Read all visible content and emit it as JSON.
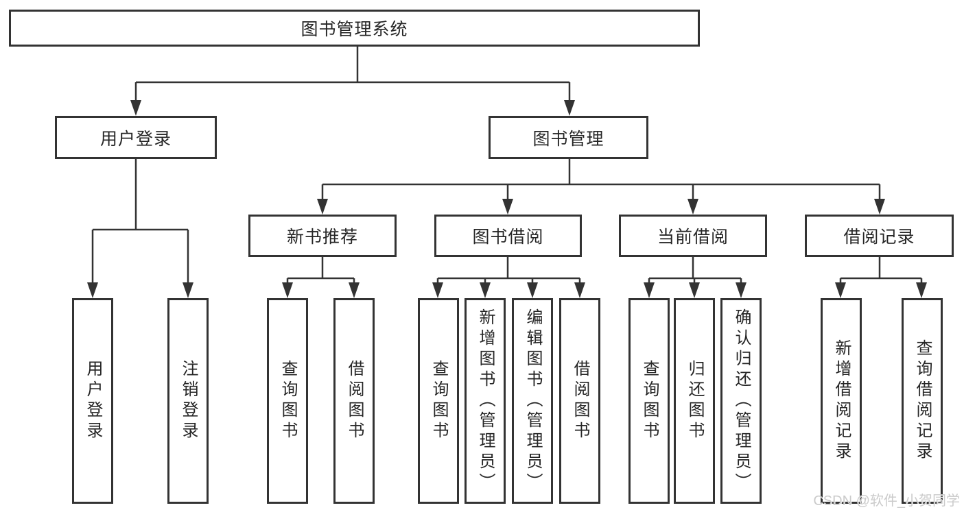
{
  "diagram": {
    "root": {
      "label": "图书管理系统"
    },
    "children": [
      {
        "label": "用户登录",
        "children": [
          {
            "label": "用户登录"
          },
          {
            "label": "注销登录"
          }
        ]
      },
      {
        "label": "图书管理",
        "children": [
          {
            "label": "新书推荐",
            "children": [
              {
                "label": "查询图书"
              },
              {
                "label": "借阅图书"
              }
            ]
          },
          {
            "label": "图书借阅",
            "children": [
              {
                "label": "查询图书"
              },
              {
                "label": "新增图书（管理员）"
              },
              {
                "label": "编辑图书（管理员）"
              },
              {
                "label": "借阅图书"
              }
            ]
          },
          {
            "label": "当前借阅",
            "children": [
              {
                "label": "查询图书"
              },
              {
                "label": "归还图书"
              },
              {
                "label": "确认归还（管理员）"
              }
            ]
          },
          {
            "label": "借阅记录",
            "children": [
              {
                "label": "新增借阅记录"
              },
              {
                "label": "查询借阅记录"
              }
            ]
          }
        ]
      }
    ]
  },
  "colors": {
    "line": "#333333",
    "text": "#262626",
    "background": "#ffffff",
    "watermark": "#cbcbcb"
  },
  "watermark": {
    "text": "CSDN @软件_小贺同学"
  }
}
